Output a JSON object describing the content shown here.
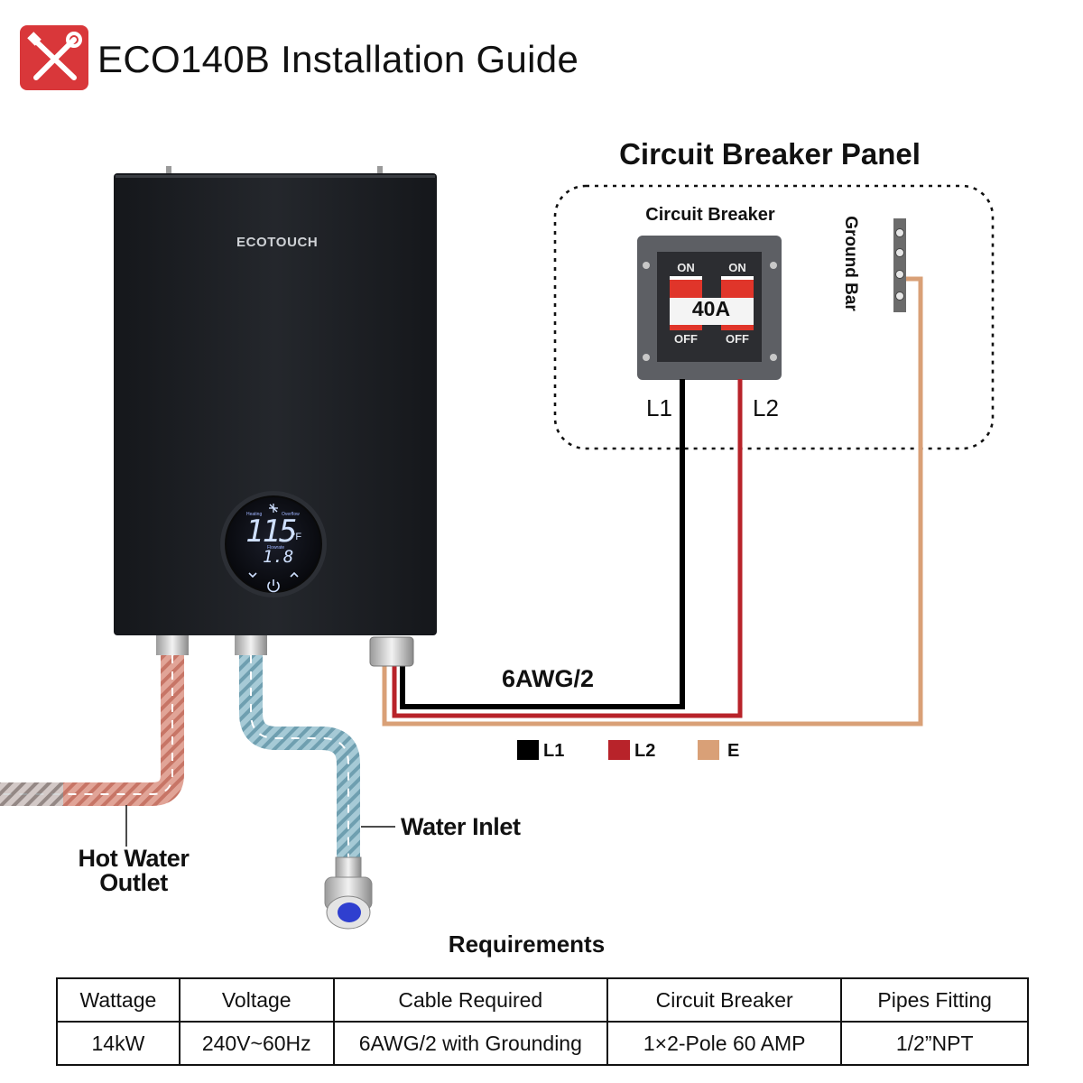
{
  "header": {
    "title": "ECO140B Installation Guide"
  },
  "heater": {
    "brand": "ECOTOUCH",
    "display": {
      "temperature": "115",
      "temperature_unit": "°F",
      "flow": "1.8",
      "heating_label": "Heating",
      "overflow_label": "Overflow",
      "flowrate_label": "Flowrate"
    }
  },
  "panel": {
    "title": "Circuit Breaker Panel",
    "breaker_label": "Circuit Breaker",
    "rating": "40A",
    "switch_on": "ON",
    "switch_off": "OFF",
    "ground_bar_label": "Ground Bar",
    "l1_label": "L1",
    "l2_label": "L2"
  },
  "cable": {
    "label": "6AWG/2"
  },
  "legend": [
    {
      "label": "L1",
      "color": "#000000"
    },
    {
      "label": "L2",
      "color": "#b8232a"
    },
    {
      "label": "E",
      "color": "#d9a077"
    }
  ],
  "pipes": {
    "hot_label": "Hot Water Outlet",
    "hot_label_line1": "Hot Water",
    "hot_label_line2": "Outlet",
    "inlet_label": "Water Inlet"
  },
  "requirements": {
    "title": "Requirements",
    "headers": [
      "Wattage",
      "Voltage",
      "Cable Required",
      "Circuit Breaker",
      "Pipes Fitting"
    ],
    "values": [
      "14kW",
      "240V~60Hz",
      "6AWG/2 with Grounding",
      "1×2-Pole 60 AMP",
      "1/2”NPT"
    ]
  },
  "colors": {
    "accent_red": "#d9373a",
    "heater_body": "#1e2024",
    "wire_l1": "#000000",
    "wire_l2": "#b8232a",
    "wire_ground": "#d9a077",
    "hot_pipe": "#d98f80",
    "cold_pipe": "#8fb8c8"
  },
  "icons": [
    "tools-icon",
    "power-icon",
    "chevron-down-icon",
    "chevron-up-icon",
    "snowflake-icon"
  ]
}
